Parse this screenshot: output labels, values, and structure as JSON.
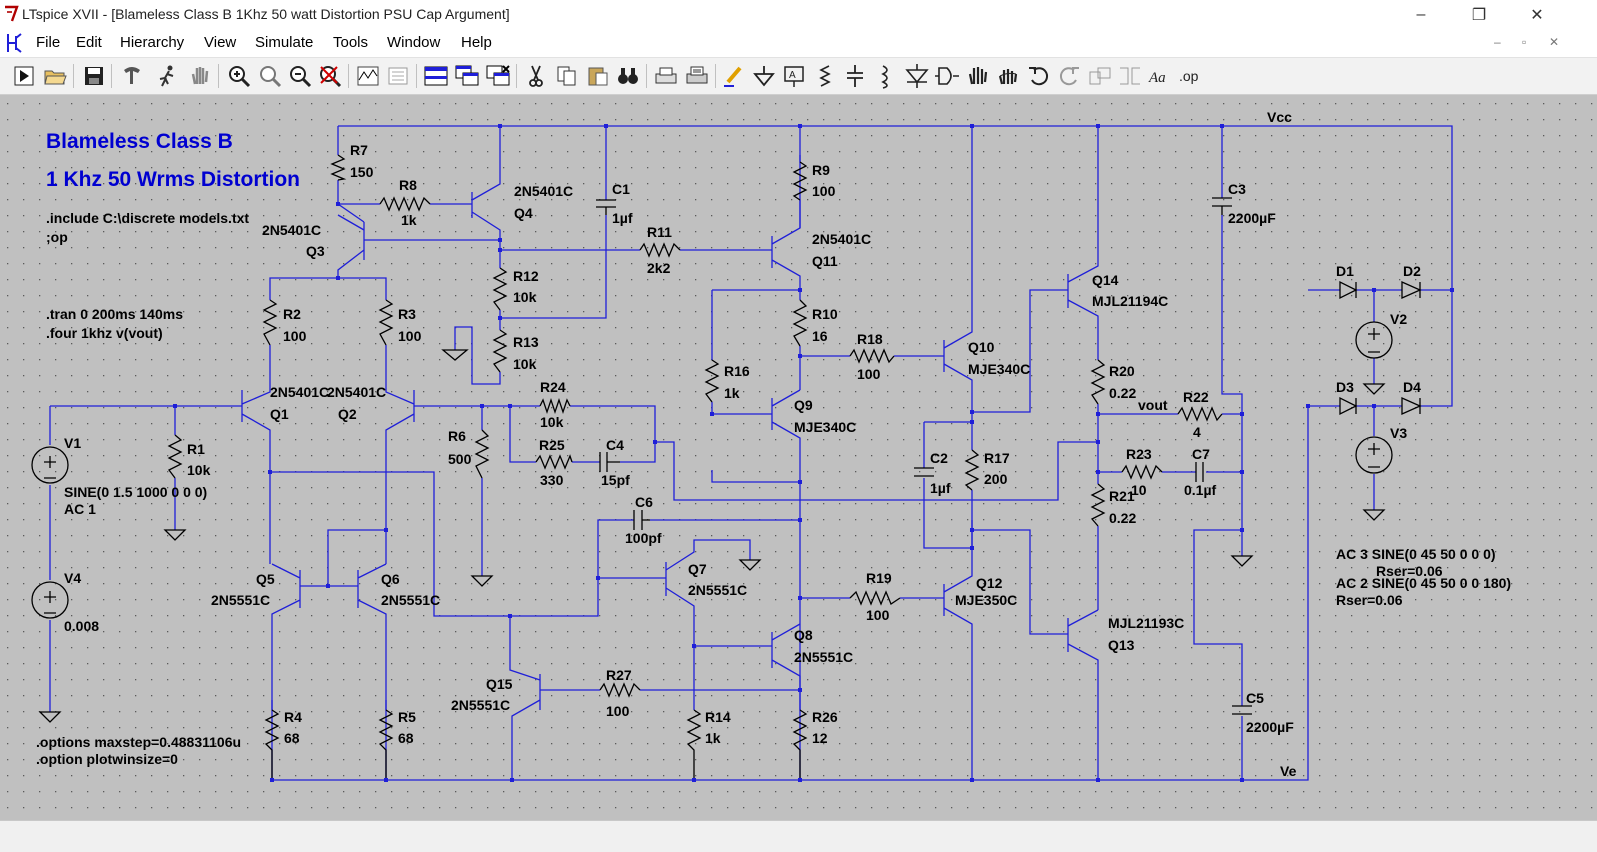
{
  "window": {
    "title": "LTspice XVII - [Blameless Class B 1Khz 50 watt Distortion PSU Cap Argument]",
    "controls": [
      "–",
      "❐",
      "✕"
    ]
  },
  "menu": {
    "items": [
      "File",
      "Edit",
      "Hierarchy",
      "View",
      "Simulate",
      "Tools",
      "Window",
      "Help"
    ],
    "mdi_controls": [
      "–",
      "▫",
      "✕"
    ]
  },
  "toolbar": {
    "buttons": [
      "run-icon",
      "open-icon",
      "save-icon",
      "control-panel-icon",
      "halt-icon",
      "pan-hand-icon",
      "zoom-in-icon",
      "zoom-full-icon",
      "zoom-out-icon",
      "cancel-zoom-icon",
      "waveform-icon",
      "fit-icon",
      "tile-icon",
      "cascade-icon",
      "close-window-icon",
      "cut-icon",
      "copy-icon",
      "paste-icon",
      "find-icon",
      "print-setup-icon",
      "print-icon",
      "wire-icon",
      "ground-icon",
      "label-icon",
      "resistor-icon",
      "capacitor-icon",
      "inductor-icon",
      "diode-icon",
      "component-icon",
      "move-icon",
      "drag-icon",
      "undo-icon",
      "redo-icon",
      "rotate-icon",
      "mirror-icon",
      "text-icon",
      "spice-directive-icon"
    ]
  },
  "colors": {
    "wire": "#1f1fd8",
    "canvas": "#c0c0c0",
    "grid_dot": "#5a5a5a",
    "title_text": "#0000d0",
    "label_text": "#000000"
  },
  "schematic": {
    "title_line1": "Blameless Class B",
    "title_line2": "1 Khz 50 Wrms Distortion",
    "directives": [
      ".include C:\\discrete models.txt",
      ";op",
      ".tran 0 200ms 140ms",
      ".four 1khz v(vout)",
      ".options maxstep=0.48831106u",
      ".option plotwinsize=0"
    ],
    "v1_params": [
      "SINE(0 1.5 1000 0 0 0)",
      "AC 1"
    ],
    "v4_value": "0.008",
    "v3_params": [
      "AC 3  SINE(0 45 50 0 0 0)",
      "Rser=0.06"
    ],
    "v2_params": [
      "AC 2  SINE(0 45 50 0 0 180)",
      "Rser=0.06"
    ],
    "nets": [
      "Vcc",
      "Ve",
      "vout"
    ],
    "resistors": [
      {
        "ref": "R7",
        "value": "150"
      },
      {
        "ref": "R8",
        "value": "1k"
      },
      {
        "ref": "R9",
        "value": "100"
      },
      {
        "ref": "R11",
        "value": "2k2"
      },
      {
        "ref": "R12",
        "value": "10k"
      },
      {
        "ref": "R13",
        "value": "10k"
      },
      {
        "ref": "R2",
        "value": "100"
      },
      {
        "ref": "R3",
        "value": "100"
      },
      {
        "ref": "R10",
        "value": "16"
      },
      {
        "ref": "R16",
        "value": "1k"
      },
      {
        "ref": "R18",
        "value": "100"
      },
      {
        "ref": "R1",
        "value": "10k"
      },
      {
        "ref": "R24",
        "value": "10k"
      },
      {
        "ref": "R25",
        "value": "330"
      },
      {
        "ref": "R6",
        "value": "500"
      },
      {
        "ref": "R17",
        "value": "200"
      },
      {
        "ref": "R20",
        "value": "0.22"
      },
      {
        "ref": "R21",
        "value": "0.22"
      },
      {
        "ref": "R22",
        "value": "4"
      },
      {
        "ref": "R23",
        "value": "10"
      },
      {
        "ref": "R19",
        "value": "100"
      },
      {
        "ref": "R27",
        "value": "100"
      },
      {
        "ref": "R14",
        "value": "1k"
      },
      {
        "ref": "R26",
        "value": "12"
      },
      {
        "ref": "R4",
        "value": "68"
      },
      {
        "ref": "R5",
        "value": "68"
      }
    ],
    "capacitors": [
      {
        "ref": "C1",
        "value": "1µf"
      },
      {
        "ref": "C3",
        "value": "2200µF"
      },
      {
        "ref": "C4",
        "value": "15pf"
      },
      {
        "ref": "C2",
        "value": "1µf"
      },
      {
        "ref": "C7",
        "value": "0.1µf"
      },
      {
        "ref": "C6",
        "value": "100pf"
      },
      {
        "ref": "C5",
        "value": "2200µF"
      }
    ],
    "transistors": [
      {
        "ref": "Q4",
        "model": "2N5401C"
      },
      {
        "ref": "Q3",
        "model": "2N5401C"
      },
      {
        "ref": "Q11",
        "model": "2N5401C"
      },
      {
        "ref": "Q1",
        "model": "2N5401C"
      },
      {
        "ref": "Q2",
        "model": "2N5401C"
      },
      {
        "ref": "Q9",
        "model": "MJE340C"
      },
      {
        "ref": "Q10",
        "model": "MJE340C"
      },
      {
        "ref": "Q14",
        "model": "MJL21194C"
      },
      {
        "ref": "Q5",
        "model": "2N5551C"
      },
      {
        "ref": "Q6",
        "model": "2N5551C"
      },
      {
        "ref": "Q7",
        "model": "2N5551C"
      },
      {
        "ref": "Q8",
        "model": "2N5551C"
      },
      {
        "ref": "Q15",
        "model": "2N5551C"
      },
      {
        "ref": "Q12",
        "model": "MJE350C"
      },
      {
        "ref": "Q13",
        "model": "MJL21193C"
      }
    ],
    "sources": [
      "V1",
      "V4",
      "V2",
      "V3"
    ],
    "diodes": [
      "D1",
      "D2",
      "D3",
      "D4"
    ]
  }
}
